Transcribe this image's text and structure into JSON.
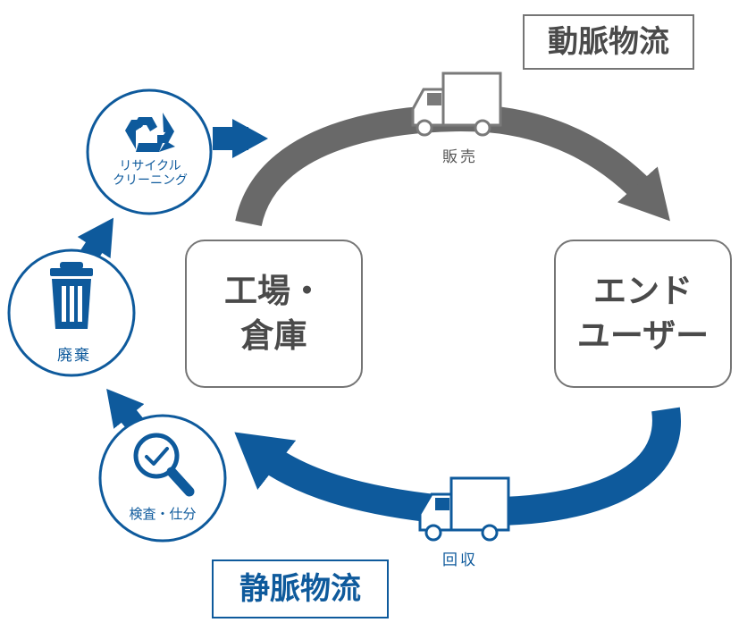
{
  "diagram": {
    "tag_dynamic": "動脈物流",
    "tag_static": "静脈物流",
    "nodes": {
      "factory": "工場・\n倉庫",
      "end_user": "エンド\nユーザー"
    },
    "labels": {
      "sales": "販売",
      "collection": "回収",
      "recycle": "リサイクル\nクリーニング",
      "disposal": "廃棄",
      "inspection": "検査・仕分"
    },
    "colors": {
      "forward_flow": "#696969",
      "reverse_flow": "#0e5a9c",
      "box_border": "#757575",
      "text_dark": "#4a4a4a"
    },
    "icons": {
      "truck": "truck-icon",
      "recycle": "recycle-icon",
      "trash": "trash-can-icon",
      "inspect": "magnifier-check-icon"
    }
  }
}
